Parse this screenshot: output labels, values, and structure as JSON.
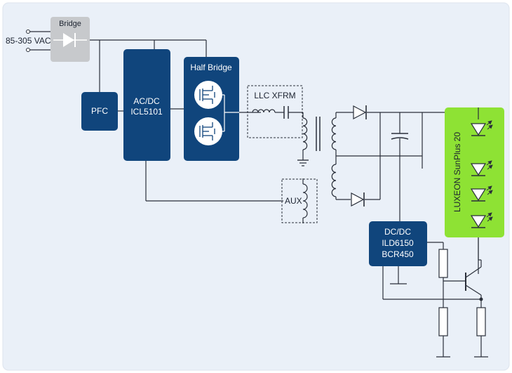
{
  "colors": {
    "background": "#eaf0f8",
    "block": "#10457c",
    "bridge": "#c7c9cc",
    "led_panel": "#8ee234",
    "wire": "#2a2f3a"
  },
  "input": {
    "label": "85-305 VAC"
  },
  "blocks": {
    "bridge": "Bridge",
    "pfc": "PFC",
    "acdc_line1": "AC/DC",
    "acdc_line2": "ICL5101",
    "half_bridge": "Half Bridge",
    "llc": "LLC XFRM",
    "aux": "AUX",
    "dcdc_line1": "DC/DC",
    "dcdc_line2": "ILD6150",
    "dcdc_line3": "BCR450"
  },
  "led_panel": {
    "label": "LUXEON SunPlus 20",
    "led_count": 4
  },
  "icons": [
    "diode-icon",
    "mosfet-icon",
    "inductor-icon",
    "capacitor-icon",
    "transformer-icon",
    "led-icon",
    "resistor-icon",
    "transistor-icon",
    "ground-icon"
  ]
}
